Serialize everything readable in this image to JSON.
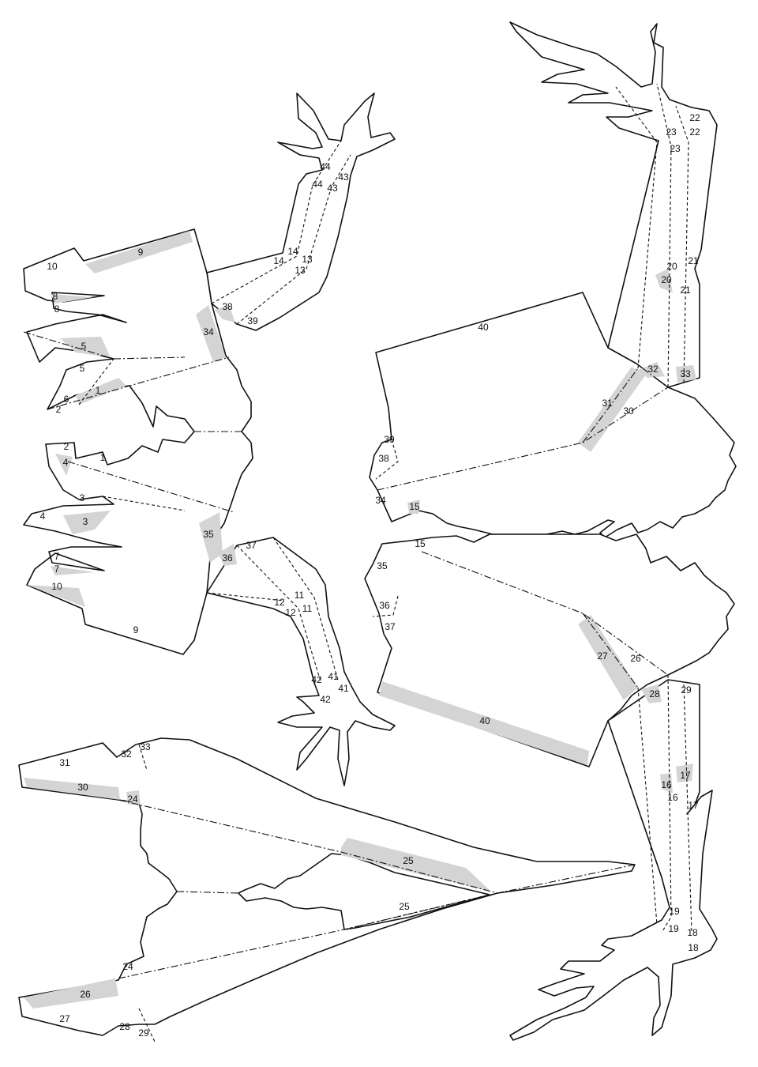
{
  "labels": [
    "1",
    "2",
    "3",
    "4",
    "5",
    "6",
    "7",
    "8",
    "9",
    "10",
    "11",
    "12",
    "13",
    "14",
    "15",
    "16",
    "17",
    "18",
    "19",
    "20",
    "21",
    "22",
    "23",
    "24",
    "25",
    "26",
    "27",
    "28",
    "29",
    "30",
    "31",
    "32",
    "33",
    "34",
    "35",
    "36",
    "37",
    "38",
    "39",
    "40",
    "41",
    "42",
    "43",
    "44"
  ]
}
